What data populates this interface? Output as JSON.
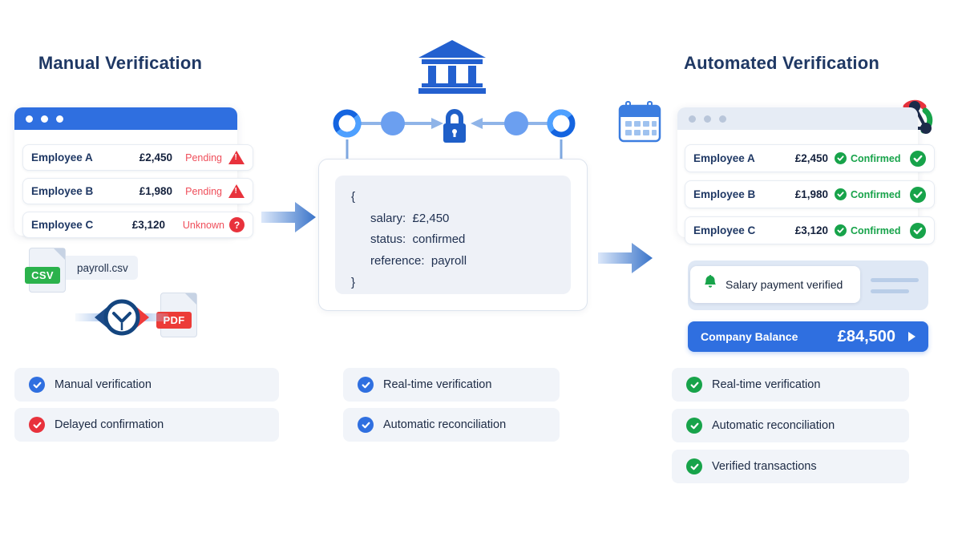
{
  "columns": {
    "left_title": "Manual Verification",
    "right_title": "Automated Verification"
  },
  "manual_panel": {
    "window_dots": 3,
    "rows": [
      {
        "name": "Employee A",
        "amount": "£2,450",
        "status": "Pending",
        "icon": "warning-triangle-icon"
      },
      {
        "name": "Employee B",
        "amount": "£1,980",
        "status": "Pending",
        "icon": "warning-triangle-icon"
      },
      {
        "name": "Employee C",
        "amount": "£3,120",
        "status": "Unknown",
        "icon": "question-mark-icon"
      }
    ],
    "files": [
      {
        "tag": "CSV",
        "label": "payroll.csv"
      },
      {
        "tag": "PDF",
        "label": ""
      }
    ],
    "delay_icon": "clock-with-arrows-icon"
  },
  "processing": {
    "bank_icon": "bank-icon",
    "lock_icon": "padlock-icon",
    "node_left_ring": "node-ring-icon",
    "node_left_dot": "node-dot-icon",
    "node_right_dot": "node-dot-icon",
    "node_right_ring": "node-ring-icon",
    "code": {
      "open_brace": "{",
      "lines": [
        "salary:  £2,450",
        "status:  confirmed",
        "reference:  payroll"
      ],
      "close_brace": "}"
    }
  },
  "automated_panel": {
    "calendar_icon": "calendar-icon",
    "network_icon": "network-nodes-icon",
    "rows": [
      {
        "name": "Employee A",
        "amount": "£2,450",
        "status": "Confirmed"
      },
      {
        "name": "Employee B",
        "amount": "£1,980",
        "status": "Confirmed"
      },
      {
        "name": "Employee C",
        "amount": "£3,120",
        "status": "Confirmed"
      }
    ],
    "notification": {
      "icon": "bell-icon",
      "text": "Salary payment verified"
    },
    "balance": {
      "label": "Company Balance",
      "value": "£84,500",
      "caret": "chevron-right-icon"
    }
  },
  "features": {
    "left": [
      {
        "label": "Manual verification",
        "tone": "blue"
      },
      {
        "label": "Delayed confirmation",
        "tone": "red"
      }
    ],
    "middle": [
      {
        "label": "Real-time verification",
        "tone": "blue"
      },
      {
        "label": "Automatic reconciliation",
        "tone": "blue"
      }
    ],
    "right": [
      {
        "label": "Real-time verification",
        "tone": "green"
      },
      {
        "label": "Automatic reconciliation",
        "tone": "green"
      },
      {
        "label": "Verified transactions",
        "tone": "green"
      }
    ]
  },
  "flow_arrows": {
    "left_to_middle": "arrow-right-icon",
    "middle_to_right": "arrow-right-icon"
  },
  "colors": {
    "brand_blue": "#2f6fe0",
    "deep_navy": "#1f3864",
    "alert_red": "#e8323c",
    "success_green": "#17a34a",
    "panel_grey": "#f1f4f9",
    "code_bg": "#eef1f7"
  }
}
